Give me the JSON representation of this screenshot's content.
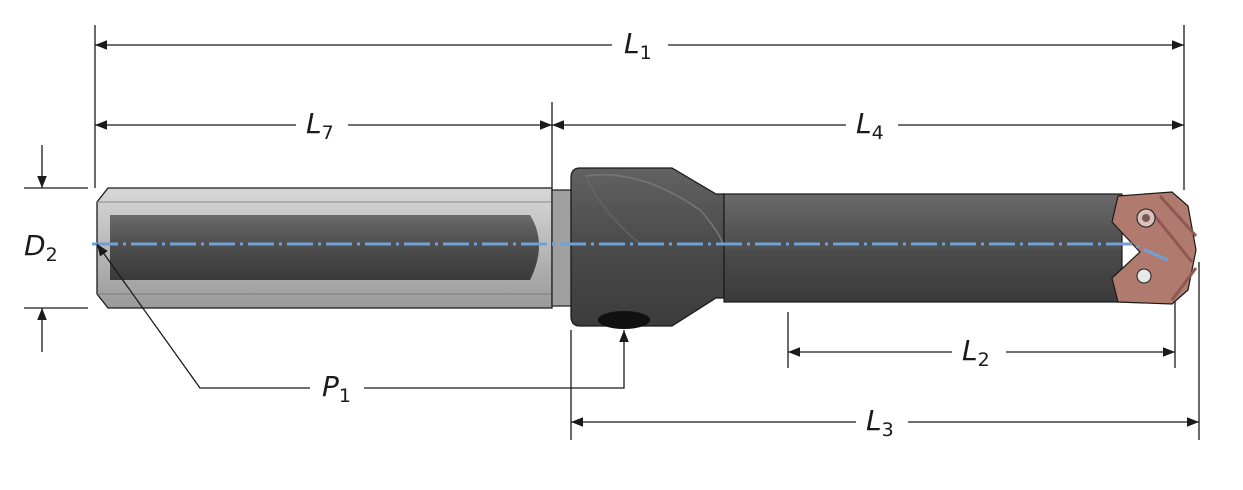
{
  "diagram": {
    "labels": {
      "L1": {
        "main": "L",
        "sub": "1"
      },
      "L7": {
        "main": "L",
        "sub": "7"
      },
      "L4": {
        "main": "L",
        "sub": "4"
      },
      "D2": {
        "main": "D",
        "sub": "2"
      },
      "L2": {
        "main": "L",
        "sub": "2"
      },
      "P1": {
        "main": "P",
        "sub": "1"
      },
      "L3": {
        "main": "L",
        "sub": "3"
      }
    },
    "colors": {
      "line": "#1a1a1a",
      "shank_light": "#bdbdbd",
      "body_dark": "#4a4a4a",
      "body_mid": "#5a5a5a",
      "collar": "#505050",
      "coolant_line": "#6fa0d8",
      "insert": "#b07a6e",
      "insert_dark": "#8c5a50"
    }
  }
}
